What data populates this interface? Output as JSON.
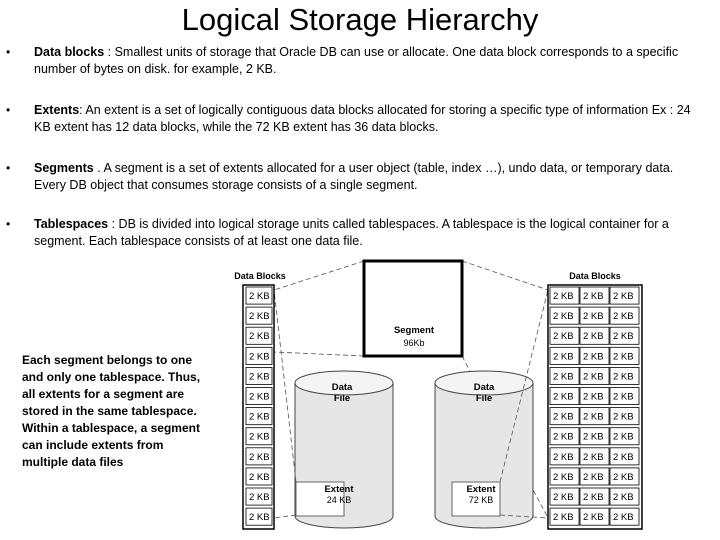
{
  "title": "Logical Storage Hierarchy",
  "bullets": [
    {
      "term": "Data blocks",
      "sep": " :",
      "text": " Smallest units of storage that Oracle DB   can use or allocate. One  data block corresponds to a specific number of bytes on disk. for example, 2 KB."
    },
    {
      "term": "Extents",
      "sep": ":",
      "text": " An extent is a set of logically contiguous data blocks allocated for storing a specific type of information Ex  : 24 KB extent has 12 data blocks, while the 72 KB extent has 36 data blocks."
    },
    {
      "term": "Segments",
      "sep": " .",
      "text": " A segment is a set of extents allocated for a user object (table, index …), undo data, or temporary data. Every DB object that consumes storage consists of a single segment."
    },
    {
      "term": "Tablespaces",
      "sep": " :",
      "text": "  DB is divided into logical storage units called tablespaces. A tablespace is the logical container for a segment. Each tablespace consists of at least one data file."
    }
  ],
  "side_note": "Each segment belongs to one and only one tablespace. Thus, all extents for a segment are stored in the same tablespace. Within a tablespace, a segment can include extents from multiple data files",
  "diagram": {
    "left_blocks_label": "Data Blocks",
    "right_blocks_label": "Data Blocks",
    "block_label": "2 KB",
    "segment_label": "Segment",
    "segment_size": "96Kb",
    "datafile_label_line1": "Data",
    "datafile_label_line2": "File",
    "extent_label": "Extent",
    "extent1_size": "24 KB",
    "extent2_size": "72 KB"
  }
}
